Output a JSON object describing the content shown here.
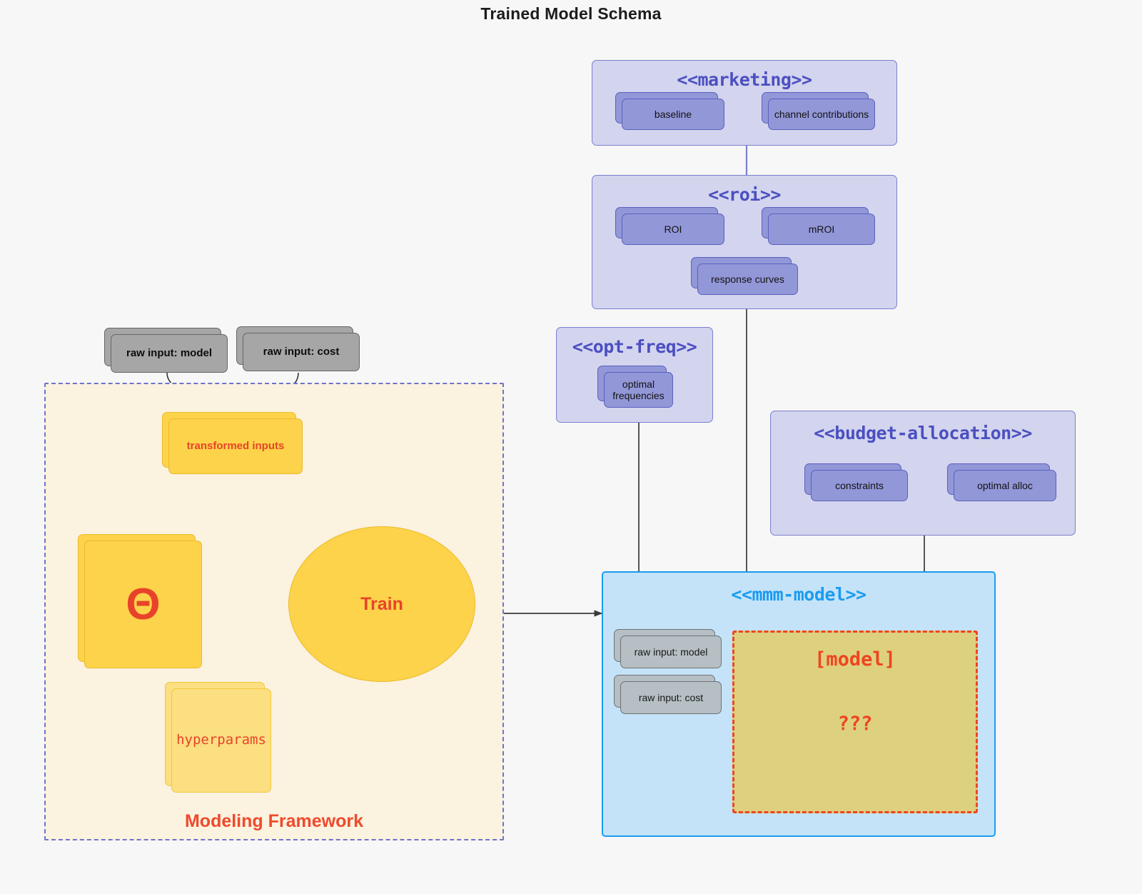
{
  "title": "Trained Model Schema",
  "packages": {
    "marketing": {
      "stereotype": "<<marketing>>",
      "nodes": [
        {
          "label": "baseline"
        },
        {
          "label": "channel contributions"
        }
      ]
    },
    "roi": {
      "stereotype": "<<roi>>",
      "nodes": [
        {
          "label": "ROI"
        },
        {
          "label": "mROI"
        },
        {
          "label": "response curves"
        }
      ]
    },
    "opt_freq": {
      "stereotype": "<<opt-freq>>",
      "nodes": [
        {
          "label": "optimal\nfrequencies"
        }
      ]
    },
    "budget_allocation": {
      "stereotype": "<<budget-allocation>>",
      "nodes": [
        {
          "label": "constraints"
        },
        {
          "label": "optimal alloc"
        }
      ]
    },
    "mmm_model": {
      "stereotype": "<<mmm-model>>",
      "nodes": [
        {
          "label": "raw input: model"
        },
        {
          "label": "raw input: cost"
        }
      ],
      "model_box": {
        "label": "[model]",
        "unknown": "???"
      }
    }
  },
  "framework": {
    "label": "Modeling Framework",
    "inputs": [
      {
        "label": "raw input: model"
      },
      {
        "label": "raw input: cost"
      }
    ],
    "transformed_inputs": "transformed inputs",
    "theta": "Θ",
    "hyperparams": "hyperparams",
    "train": "Train"
  },
  "colors": {
    "background": "#f7f7f7",
    "package_fill": "#d3d4ee",
    "package_border": "#7b7fd0",
    "package_title": "#4b4fc0",
    "node_purple": "#9297d8",
    "node_purple_border": "#5b60bf",
    "mmm_fill": "#c5e3f8",
    "mmm_border": "#1b9bf0",
    "mmm_title": "#1b9bf0",
    "framework_fill": "#fbf2e0",
    "framework_border": "#6f74c8",
    "yellow_fill": "#fcd34a",
    "yellow_border": "#ecbb2a",
    "yellow_pale_fill": "#fbdf80",
    "accent_red": "#e8432a",
    "model_box_fill": "#ddd180",
    "model_box_border": "#ef4520",
    "gray_fill": "#a6a6a6",
    "gray_border": "#666666",
    "gray_light_fill": "#b6bfc4",
    "edge_dark": "#3a3a3a",
    "edge_purple": "#7b7fd0"
  }
}
